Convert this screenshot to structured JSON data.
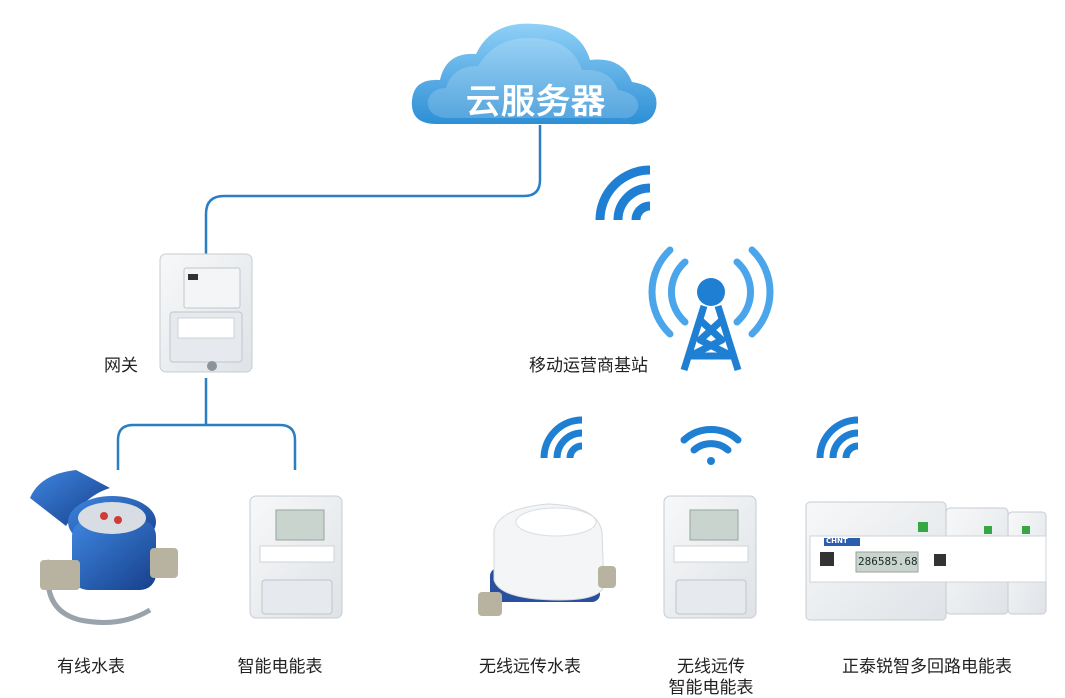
{
  "cloud": {
    "label": "云服务器",
    "color": "#2d8fd5"
  },
  "gateway": {
    "label": "网关"
  },
  "base_station": {
    "label": "移动运营商基站"
  },
  "devices": {
    "wired_water_meter": "有线水表",
    "smart_meter": "智能电能表",
    "wireless_water_meter": "无线远传水表",
    "wireless_smart_meter_line1": "无线远传",
    "wireless_smart_meter_line2": "智能电能表",
    "multi_circuit_meter": "正泰锐智多回路电能表"
  },
  "meter_display": {
    "reading": "286585.68",
    "brand": "CHNT"
  },
  "colors": {
    "line": "#2a7fc4",
    "signal": "#1f7fd3",
    "meter_body": "#eef0f2",
    "water_meter_blue": "#1f5fb8"
  }
}
